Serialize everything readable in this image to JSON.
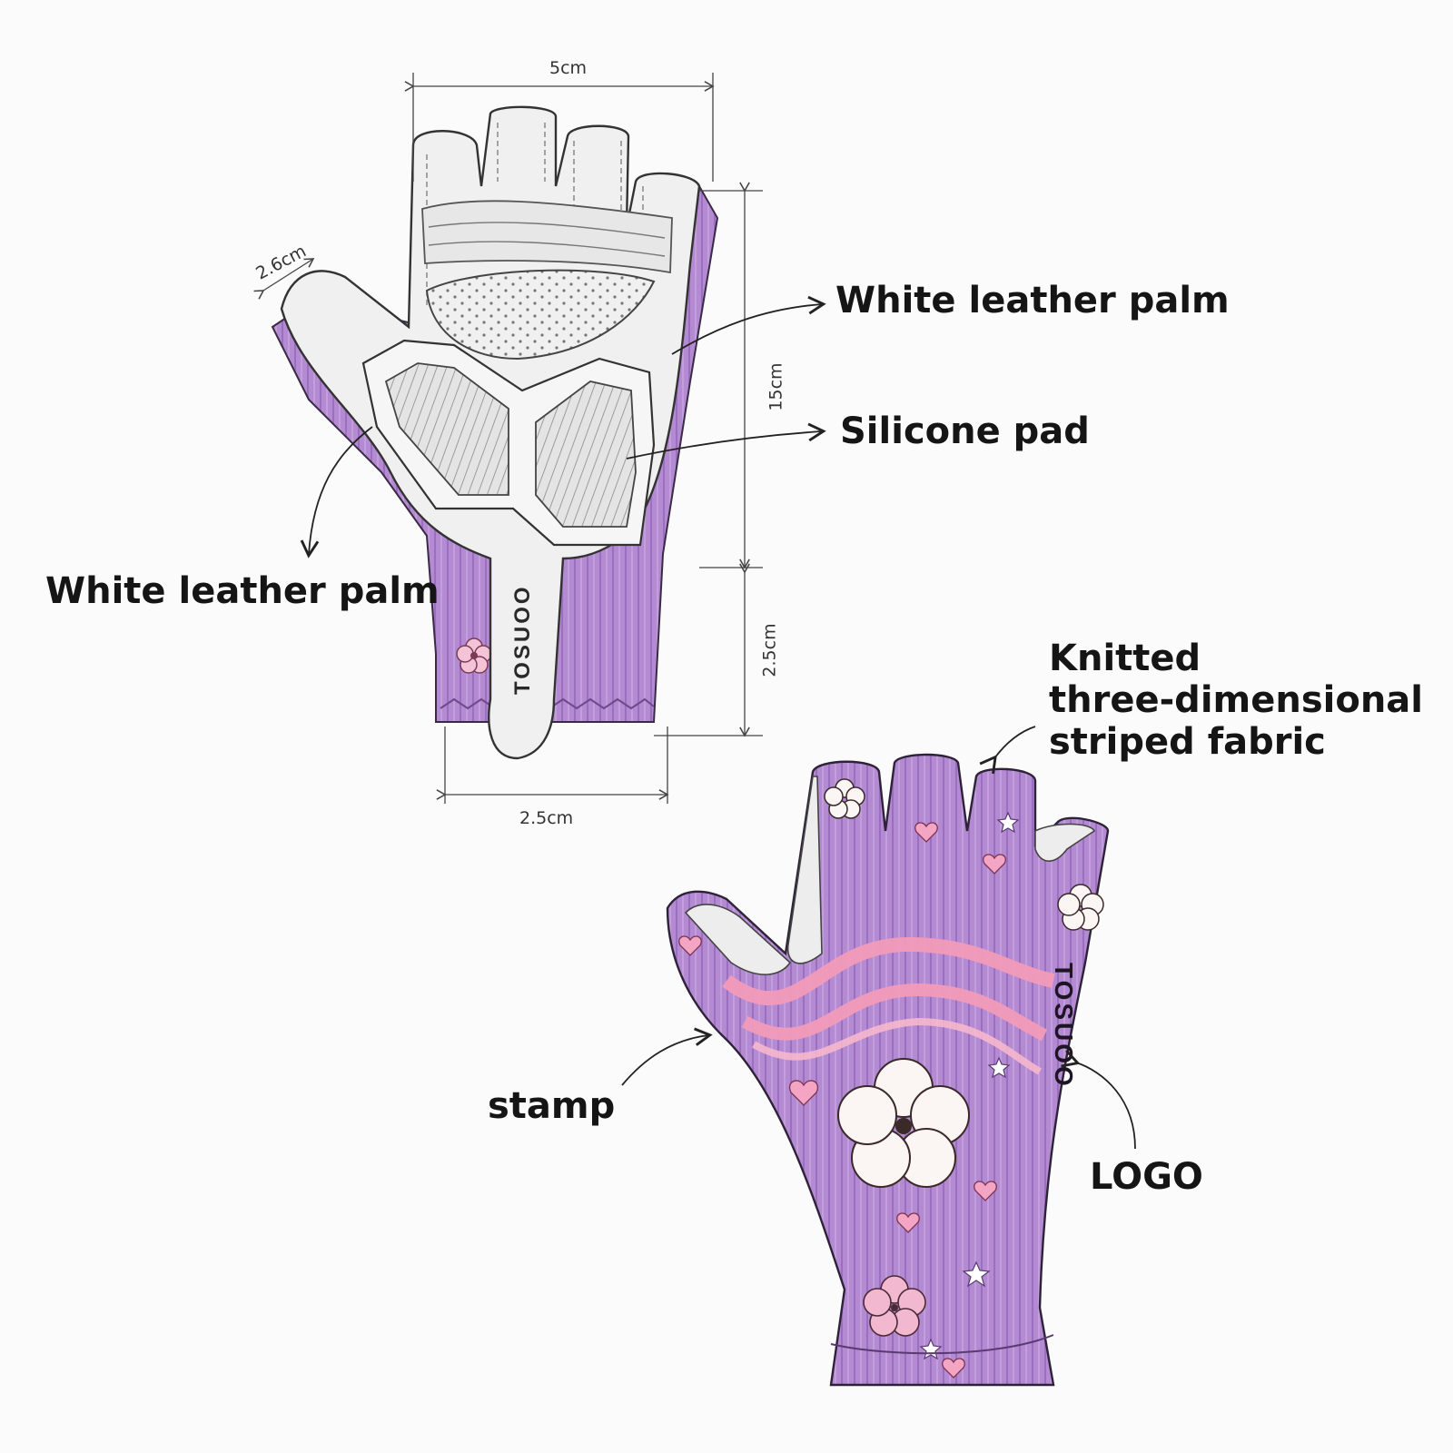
{
  "labels": {
    "palm_right": "White leather palm",
    "silicone_pad": "Silicone pad",
    "palm_left": "White leather palm",
    "fabric_line1": "Knitted",
    "fabric_line2": "three-dimensional",
    "fabric_line3": "striped fabric",
    "stamp": "stamp",
    "logo": "LOGO"
  },
  "dimensions": {
    "top_width": "5cm",
    "thumb_width": "2.6cm",
    "palm_height": "15cm",
    "cuff_height": "2.5cm",
    "cuff_width": "2.5cm"
  },
  "brand": "TOSUOO",
  "colors": {
    "glove_purple": "#b98fd6",
    "glove_purple_dark": "#8f63b5",
    "leather_white": "#efefef",
    "pink_stripe": "#f29bb8",
    "ink": "#151515"
  }
}
